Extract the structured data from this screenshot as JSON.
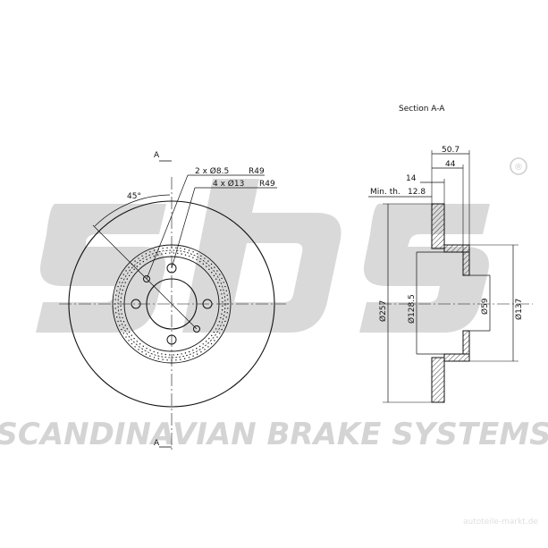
{
  "logo": {
    "text": "sbs",
    "registered_mark": "®",
    "tagline": "SCANDINAVIAN BRAKE SYSTEMS"
  },
  "front_view": {
    "section_mark_top": "A",
    "section_mark_bottom": "A",
    "angle_label": "45°",
    "hole_note_1": "2 x Ø8.5",
    "hole_note_1_radius": "R49",
    "hole_note_2": "4 x Ø13",
    "hole_note_2_radius": "R49"
  },
  "section_view": {
    "title": "Section A-A",
    "dim_overall_height": "50.7",
    "dim_hat_height": "44",
    "dim_thickness": "14",
    "dim_min_thickness_label": "Min. th.",
    "dim_min_thickness": "12.8",
    "dim_outer_diameter": "Ø257",
    "dim_hat_diameter": "Ø128.5",
    "dim_center_bore": "Ø59",
    "dim_hat_outer": "Ø137"
  },
  "watermark": "autoteile-markt.de",
  "colors": {
    "line": "#111111",
    "logo_gray": "#d4d4d4",
    "background": "#ffffff"
  }
}
